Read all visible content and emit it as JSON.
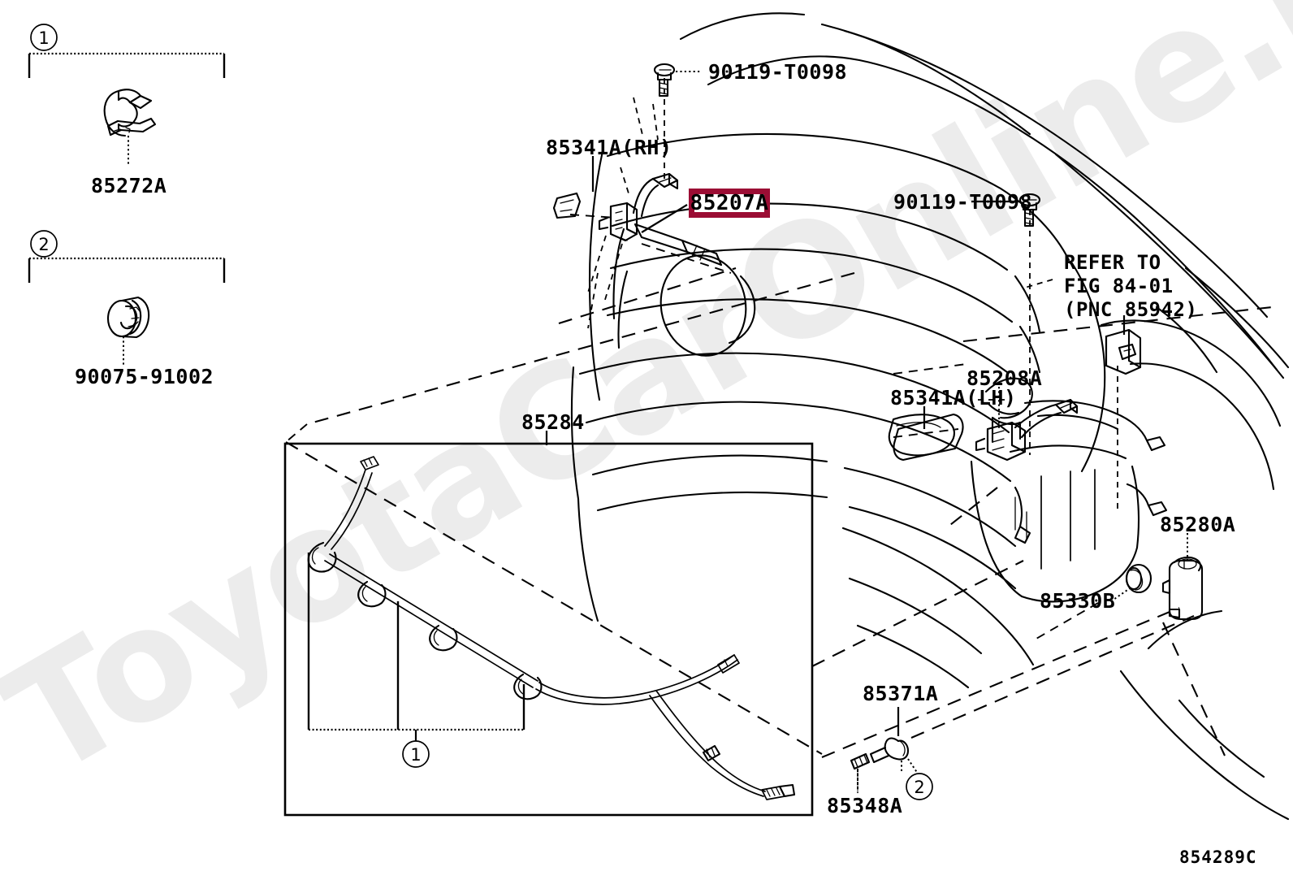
{
  "figure": {
    "number": "854289C",
    "watermark": "ToyotaCarOnline.ru",
    "highlight_color": "#9B0D34",
    "line_color": "#000000",
    "background": "#ffffff"
  },
  "legend": {
    "groups": [
      {
        "callout": "1",
        "part_number": "85272A",
        "icon": "hose-clamp-clip-icon"
      },
      {
        "callout": "2",
        "part_number": "90075-91002",
        "icon": "ring-grommet-clip-icon"
      }
    ]
  },
  "labels": {
    "bolt_upper": "90119-T0098",
    "nozzle_rh": "85341A(RH)",
    "highlighted_part": "85207A",
    "bolt_right": "90119-T0098",
    "refer_line1": "REFER TO",
    "refer_line2": "FIG 84-01",
    "refer_line3": "(PNC 85942)",
    "actuator_lh": "85208A",
    "nozzle_lh": "85341A(LH)",
    "reservoir_cap": "85330B",
    "pump_motor": "85280A",
    "hose_assembly": "85284",
    "joint_connector": "85371A",
    "hose_clip": "85348A"
  },
  "callouts": {
    "hose_detail_group": "1",
    "joint_group": "2"
  },
  "parts_list": [
    {
      "number": "85272A",
      "name": "hose-clamp",
      "callout": "1"
    },
    {
      "number": "90075-91002",
      "name": "grommet-clip",
      "callout": "2"
    },
    {
      "number": "90119-T0098",
      "name": "bolt-washer-upper",
      "callout": ""
    },
    {
      "number": "85341A(RH)",
      "name": "headlamp-washer-cover-rh",
      "callout": ""
    },
    {
      "number": "85207A",
      "name": "headlamp-washer-actuator",
      "callout": ""
    },
    {
      "number": "90119-T0098",
      "name": "bolt-washer-right",
      "callout": ""
    },
    {
      "number": "85208A",
      "name": "headlamp-washer-nozzle-lh",
      "callout": ""
    },
    {
      "number": "85341A(LH)",
      "name": "headlamp-washer-cover-lh",
      "callout": ""
    },
    {
      "number": "85330B",
      "name": "washer-pump-grommet",
      "callout": ""
    },
    {
      "number": "85280A",
      "name": "headlamp-washer-pump",
      "callout": ""
    },
    {
      "number": "85284",
      "name": "washer-hose-assembly",
      "callout": "1"
    },
    {
      "number": "85371A",
      "name": "hose-joint",
      "callout": "2"
    },
    {
      "number": "85348A",
      "name": "hose-clip",
      "callout": ""
    }
  ]
}
